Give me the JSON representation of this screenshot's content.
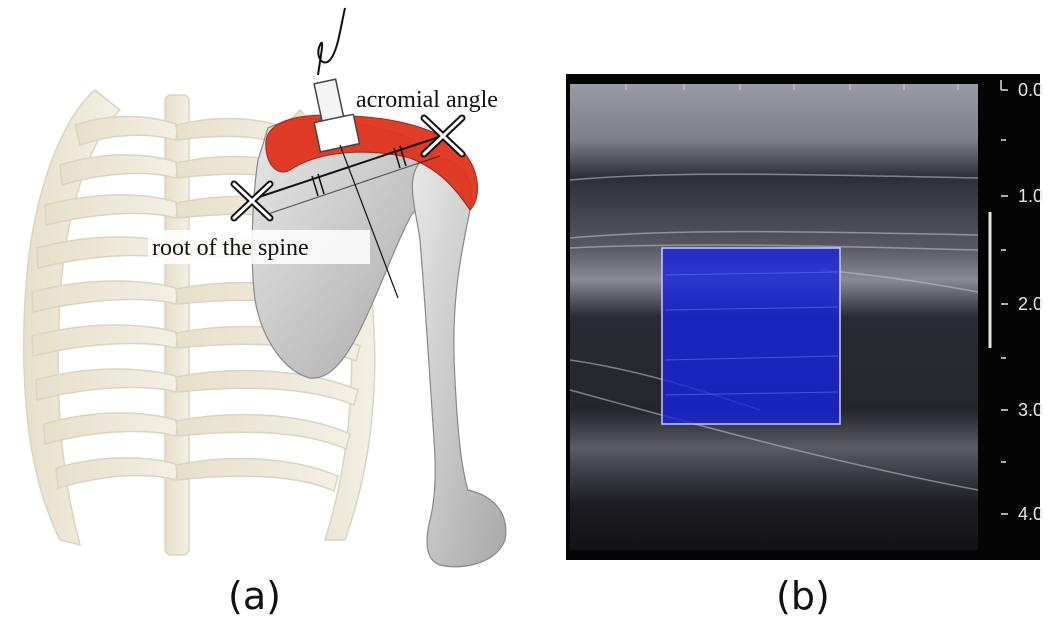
{
  "panel_a": {
    "caption": "(a)",
    "labels": {
      "acromial_angle": "acromial angle",
      "root_of_spine": "root of the spine"
    },
    "colors": {
      "muscle": "#e0331c",
      "ribcage": "#ece6d2",
      "bone": "#c9c9c9"
    }
  },
  "panel_b": {
    "caption": "(b)",
    "depth_labels": [
      "0.0",
      "1.0",
      "2.0",
      "3.0",
      "4.0"
    ],
    "roi_color": "#1a25d8"
  }
}
